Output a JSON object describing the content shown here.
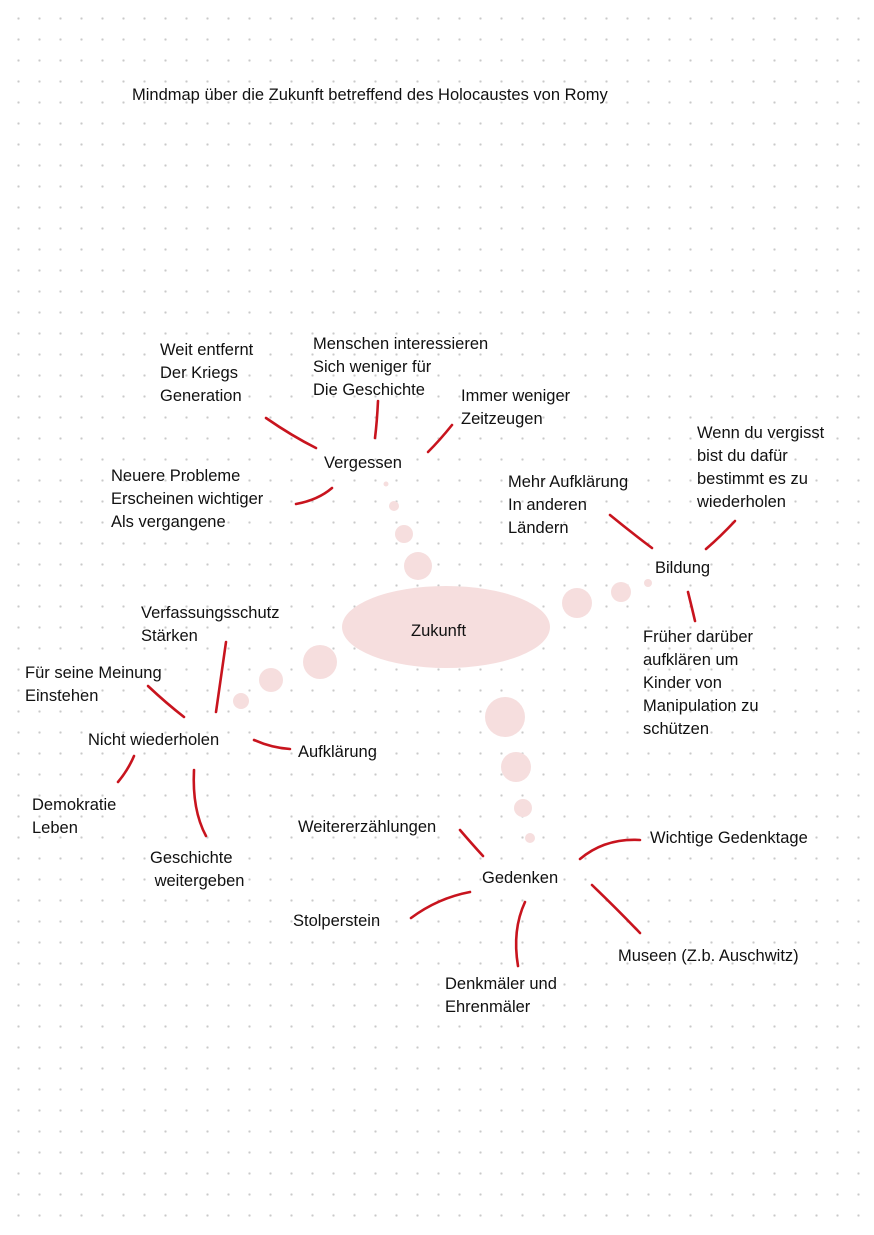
{
  "title": "Mindmap über die Zukunft betreffend des Holocaustes von Romy",
  "colors": {
    "line": "#c8141e",
    "bubble": "#f6dede",
    "text": "#111111"
  },
  "center": {
    "label": "Zukunft"
  },
  "branches": [
    {
      "id": "vergessen",
      "label": "Vergessen",
      "leaves": [
        "Weit entfernt\nDer Kriegs\nGeneration",
        "Menschen interessieren\nSich weniger für\nDie Geschichte",
        "Immer weniger\nZeitzeugen",
        "Neuere Probleme\nErscheinen wichtiger\nAls vergangene"
      ]
    },
    {
      "id": "bildung",
      "label": "Bildung",
      "leaves": [
        "Mehr Aufklärung\nIn anderen\nLändern",
        "Wenn du vergisst\nbist du dafür\nbestimmt es zu\nwiederholen",
        "Früher darüber\naufklären um\nKinder von\nManipulation zu\nschützen"
      ]
    },
    {
      "id": "nicht-wiederholen",
      "label": "Nicht wiederholen",
      "leaves": [
        "Verfassungsschutz\nStärken",
        "Für seine Meinung\nEinstehen",
        "Aufklärung",
        "Demokratie\nLeben",
        "Geschichte\n weitergeben"
      ]
    },
    {
      "id": "gedenken",
      "label": "Gedenken",
      "leaves": [
        "Weitererzählungen",
        "Wichtige Gedenktage",
        "Stolperstein",
        "Museen (Z.b. Auschwitz)",
        "Denkmäler und\nEhrenmäler"
      ]
    }
  ]
}
